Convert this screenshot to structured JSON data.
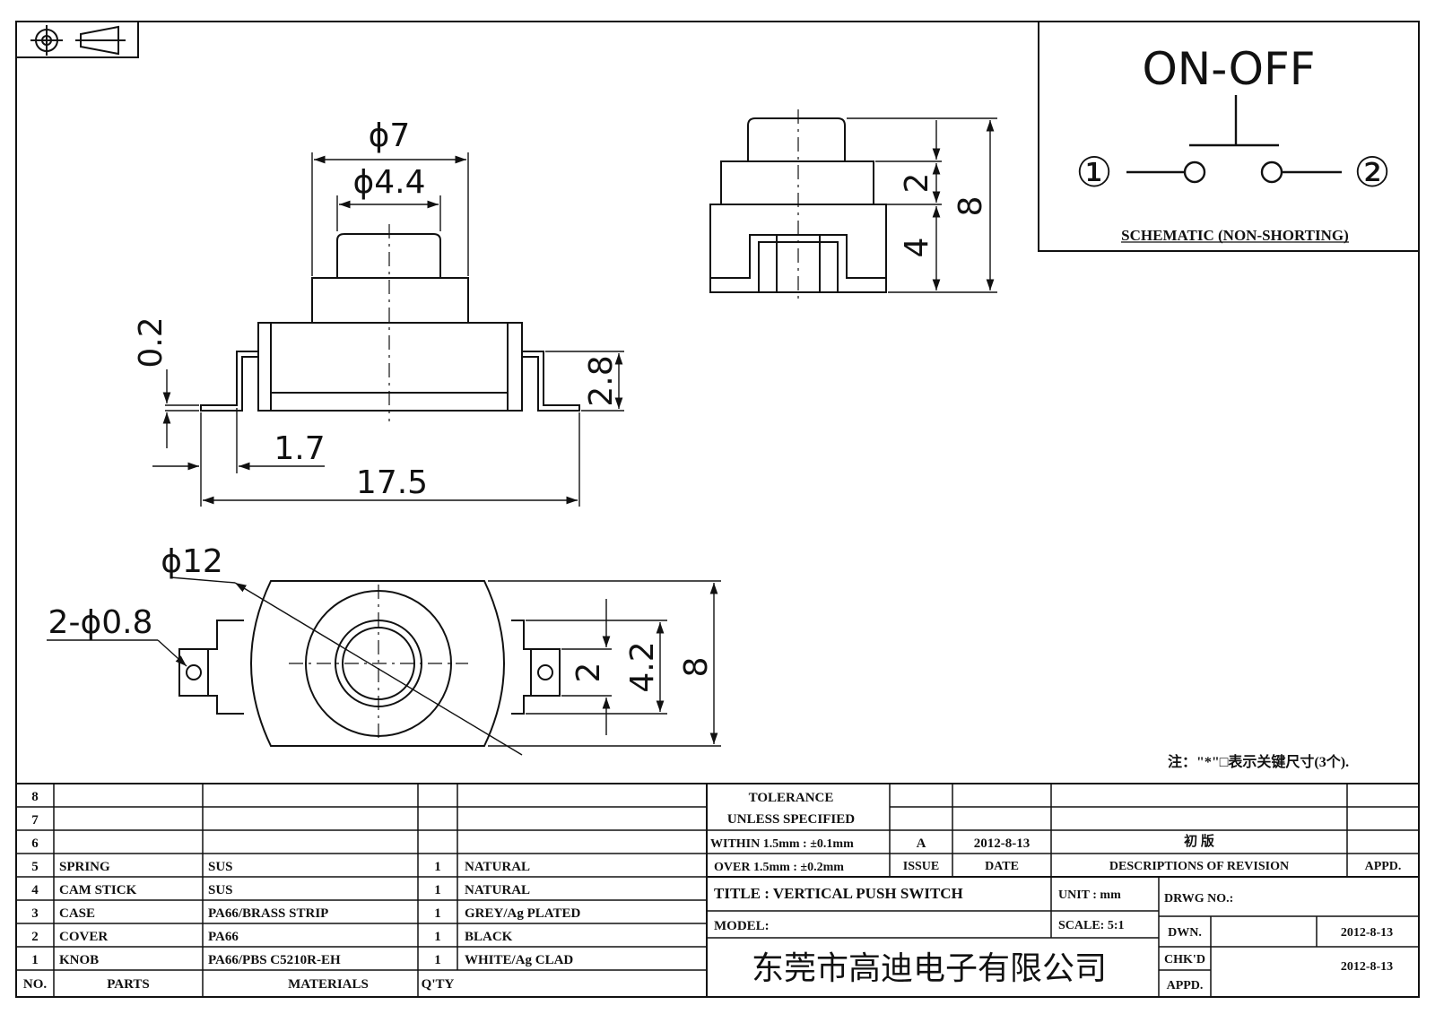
{
  "drawing": {
    "views": {
      "front": {
        "dims": {
          "d_outer": "ϕ7",
          "d_inner": "ϕ4.4",
          "h_gap": "0.2",
          "lead_w": "1.7",
          "width": "17.5",
          "h": "2.8"
        }
      },
      "side": {
        "dims": {
          "a": "2",
          "b": "4",
          "total": "8"
        }
      },
      "top": {
        "dims": {
          "d12": "ϕ12",
          "holes": "2-ϕ0.8",
          "a": "2",
          "b": "4.2",
          "c": "8"
        }
      }
    },
    "schematic": {
      "title": "ON-OFF",
      "pin1": "①",
      "pin2": "②",
      "caption": "SCHEMATIC (NON-SHORTING)"
    },
    "note": "注：\"*\"□表示关键尺寸(3个)."
  },
  "parts": {
    "rows": [
      {
        "no": "8",
        "part": "",
        "material": "",
        "qty": "",
        "finish": ""
      },
      {
        "no": "7",
        "part": "",
        "material": "",
        "qty": "",
        "finish": ""
      },
      {
        "no": "6",
        "part": "",
        "material": "",
        "qty": "",
        "finish": ""
      },
      {
        "no": "5",
        "part": "SPRING",
        "material": "SUS",
        "qty": "1",
        "finish": "NATURAL"
      },
      {
        "no": "4",
        "part": "CAM STICK",
        "material": "SUS",
        "qty": "1",
        "finish": "NATURAL"
      },
      {
        "no": "3",
        "part": "CASE",
        "material": "PA66/BRASS STRIP",
        "qty": "1",
        "finish": "GREY/Ag PLATED"
      },
      {
        "no": "2",
        "part": "COVER",
        "material": "PA66",
        "qty": "1",
        "finish": "BLACK"
      },
      {
        "no": "1",
        "part": "KNOB",
        "material": "PA66/PBS C5210R-EH",
        "qty": "1",
        "finish": "WHITE/Ag CLAD"
      }
    ],
    "header": {
      "no": "NO.",
      "part": "PARTS",
      "material": "MATERIALS",
      "qty": "Q'TY"
    }
  },
  "title_block": {
    "tol1": "TOLERANCE",
    "tol2": "UNLESS  SPECIFIED",
    "tol3": "WITHIN 1.5mm : ±0.1mm",
    "tol4": "OVER 1.5mm : ±0.2mm",
    "rev_issue": "A",
    "rev_date": "2012-8-13",
    "rev_desc": "初 版",
    "h_issue": "ISSUE",
    "h_date": "DATE",
    "h_desc": "DESCRIPTIONS OF REVISION",
    "h_appd": "APPD.",
    "title": "TITLE :  VERTICAL PUSH SWITCH",
    "unit": "UNIT :  mm",
    "drwg_no": "DRWG NO.:",
    "model": "MODEL:",
    "scale": "SCALE:  5:1",
    "dwn": "DWN.",
    "dwn_date": "2012-8-13",
    "chkd": "CHK'D",
    "chkd_date": "2012-8-13",
    "appd": "APPD.",
    "company": "东莞市高迪电子有限公司"
  }
}
